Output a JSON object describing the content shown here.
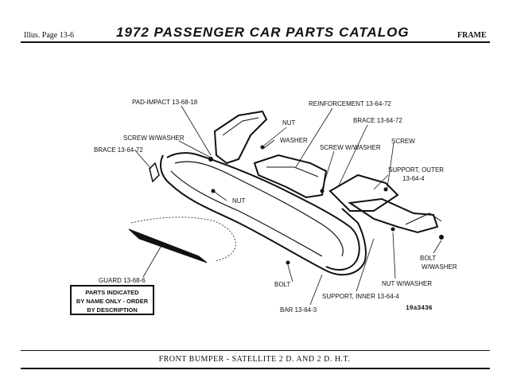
{
  "header": {
    "ref": "Illus. Page 13-6",
    "title": "1972 PASSENGER CAR PARTS CATALOG",
    "section": "FRAME"
  },
  "labels": {
    "pad_impact": "PAD-IMPACT 13-68-18",
    "reinforcement": "REINFORCEMENT 13-64-72",
    "nut_top": "NUT",
    "washer": "WASHER",
    "brace_right": "BRACE 13-64-72",
    "screw_washer_left": "SCREW W/WASHER",
    "screw_washer_mid": "SCREW W/WASHER",
    "screw_right": "SCREW",
    "brace_left": "BRACE 13-64-72",
    "support_outer": "SUPPORT, OUTER",
    "support_outer_no": "13-64-4",
    "nut_mid": "NUT",
    "bolt_washer": "BOLT",
    "bolt_washer_2": "W/WASHER",
    "guard": "GUARD 13-68-6",
    "bolt": "BOLT",
    "nut_washer": "NUT W/WASHER",
    "support_inner": "SUPPORT, INNER 13-64-4",
    "bar": "BAR 13-64-3",
    "illustration_no": "19a3436"
  },
  "notice": {
    "line1": "PARTS INDICATED",
    "line2": "BY NAME ONLY - ORDER",
    "line3": "BY DESCRIPTION"
  },
  "footer": {
    "caption": "FRONT BUMPER - SATELLITE 2 D. AND 2 D. H.T."
  }
}
